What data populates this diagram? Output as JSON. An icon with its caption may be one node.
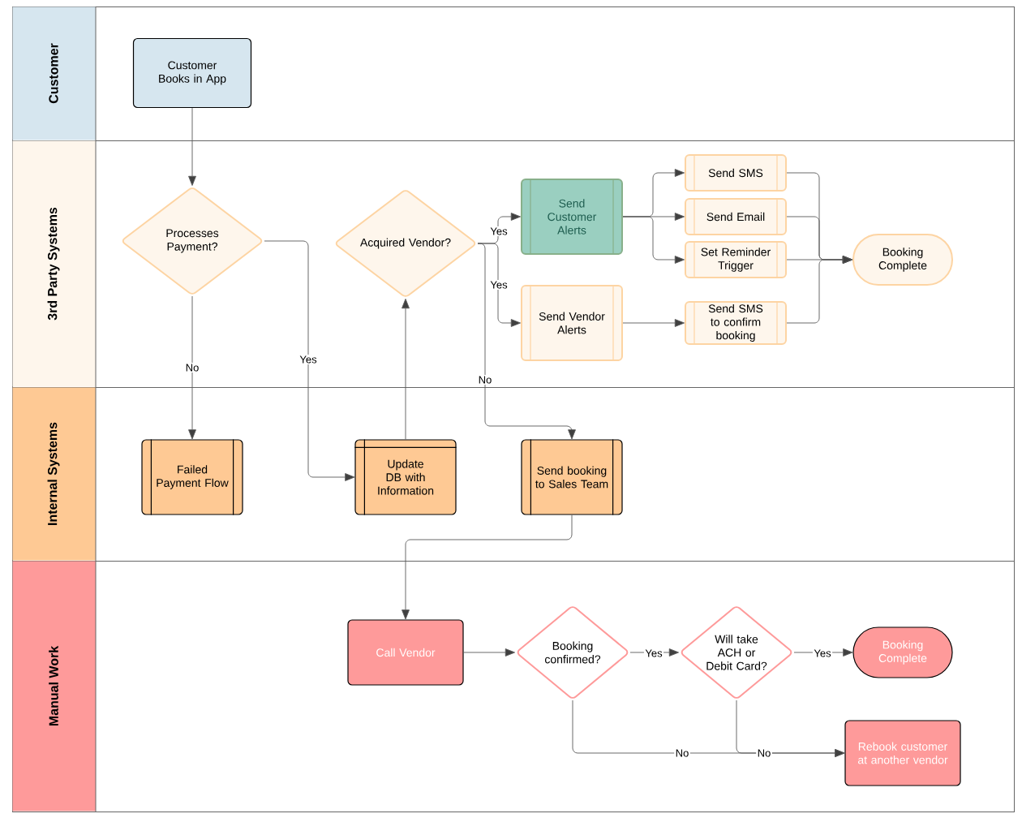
{
  "diagram": {
    "nodes": [
      {
        "text": [
          "Customer"
        ]
      },
      {
        "text": [
          "Customer Books in App"
        ],
        "in": 0
      },
      {
        "text": [
          "3rd Party Systems"
        ]
      },
      {
        "text": [
          "Processes Payment?"
        ],
        "in": 2
      },
      {
        "text": [
          "Acquired Vendor?"
        ],
        "in": 2
      },
      {
        "text": [
          "Send Customer Alerts"
        ],
        "in": 2
      },
      {
        "text": [
          "Send Vendor Alerts"
        ],
        "in": 2
      },
      {
        "text": [
          "Send SMS"
        ],
        "in": 2
      },
      {
        "text": [
          "Send Email"
        ],
        "in": 2
      },
      {
        "text": [
          "Set Reminder Trigger"
        ],
        "in": 2
      },
      {
        "text": [
          "Send SMS to confirm booking"
        ],
        "in": 2
      },
      {
        "text": [
          "Booking Complete"
        ],
        "in": 2
      },
      {
        "text": [
          "Internal Systems"
        ]
      },
      {
        "text": [
          "Failed Payment Flow"
        ],
        "in": 12
      },
      {
        "text": [
          "Update DB with Information"
        ],
        "in": 12
      },
      {
        "text": [
          "Send booking to Sales Team"
        ],
        "in": 12
      },
      {
        "text": [
          "Manual Work"
        ]
      },
      {
        "text": [
          "Call Vendor"
        ],
        "in": 16
      },
      {
        "text": [
          "Booking confirmed?"
        ],
        "in": 16
      },
      {
        "text": [
          "Will take ACH or Debit Card?"
        ],
        "in": 16
      },
      {
        "text": [
          "Booking Complete"
        ],
        "in": 16
      },
      {
        "text": [
          "Rebook customer at another vendor"
        ],
        "in": 16
      }
    ],
    "edges": [
      {
        "from": 1,
        "to": 3,
        "arrow": "to"
      },
      {
        "from": 3,
        "to": 13,
        "arrow": "to",
        "label": "No"
      },
      {
        "from": 3,
        "to": 14,
        "arrow": "to",
        "label": "Yes"
      },
      {
        "from": 14,
        "to": 4,
        "arrow": "to"
      },
      {
        "from": 4,
        "to": 5,
        "arrow": "to",
        "label": "Yes"
      },
      {
        "from": 4,
        "to": 6,
        "arrow": "to",
        "label": "Yes"
      },
      {
        "from": 4,
        "to": 15,
        "arrow": "to",
        "label": "No"
      },
      {
        "from": 5,
        "to": 7,
        "arrow": "to"
      },
      {
        "from": 5,
        "to": 8,
        "arrow": "to"
      },
      {
        "from": 5,
        "to": 9,
        "arrow": "to"
      },
      {
        "from": 6,
        "to": 10,
        "arrow": "to"
      },
      {
        "from": 7,
        "to": 11,
        "arrow": "to"
      },
      {
        "from": 8,
        "to": 11,
        "arrow": "to"
      },
      {
        "from": 9,
        "to": 11,
        "arrow": "to"
      },
      {
        "from": 10,
        "to": 11,
        "arrow": "to"
      },
      {
        "from": 15,
        "to": 17,
        "arrow": "to"
      },
      {
        "from": 17,
        "to": 18,
        "arrow": "to"
      },
      {
        "from": 18,
        "to": 19,
        "arrow": "to",
        "label": "Yes"
      },
      {
        "from": 19,
        "to": 20,
        "arrow": "to",
        "label": "Yes"
      },
      {
        "from": 18,
        "to": 21,
        "arrow": "to",
        "label": "No"
      },
      {
        "from": 19,
        "to": 21,
        "arrow": "to",
        "label": "No"
      }
    ]
  }
}
